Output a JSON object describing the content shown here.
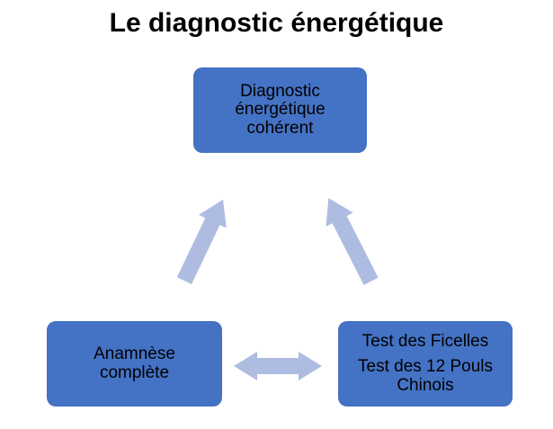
{
  "slide": {
    "title": "Le diagnostic énergétique"
  },
  "nodes": {
    "diagnostic": {
      "label": "Diagnostic énergétique cohérent"
    },
    "anamnese": {
      "label": "Anamnèse complète"
    },
    "tests": {
      "line1": "Test des Ficelles",
      "line2": "Test des 12 Pouls Chinois"
    }
  },
  "arrows": [
    {
      "name": "arrow-anamnese-to-diagnostic",
      "direction": "up-right"
    },
    {
      "name": "arrow-tests-to-diagnostic",
      "direction": "up-left"
    },
    {
      "name": "arrow-anamnese-tests",
      "direction": "left-right-double"
    }
  ],
  "colors": {
    "background": "#FFFFFF",
    "box_fill": "#4472C4",
    "box_text": "#000000",
    "arrow_fill": "#AFBCE1",
    "title_color": "#000000"
  }
}
